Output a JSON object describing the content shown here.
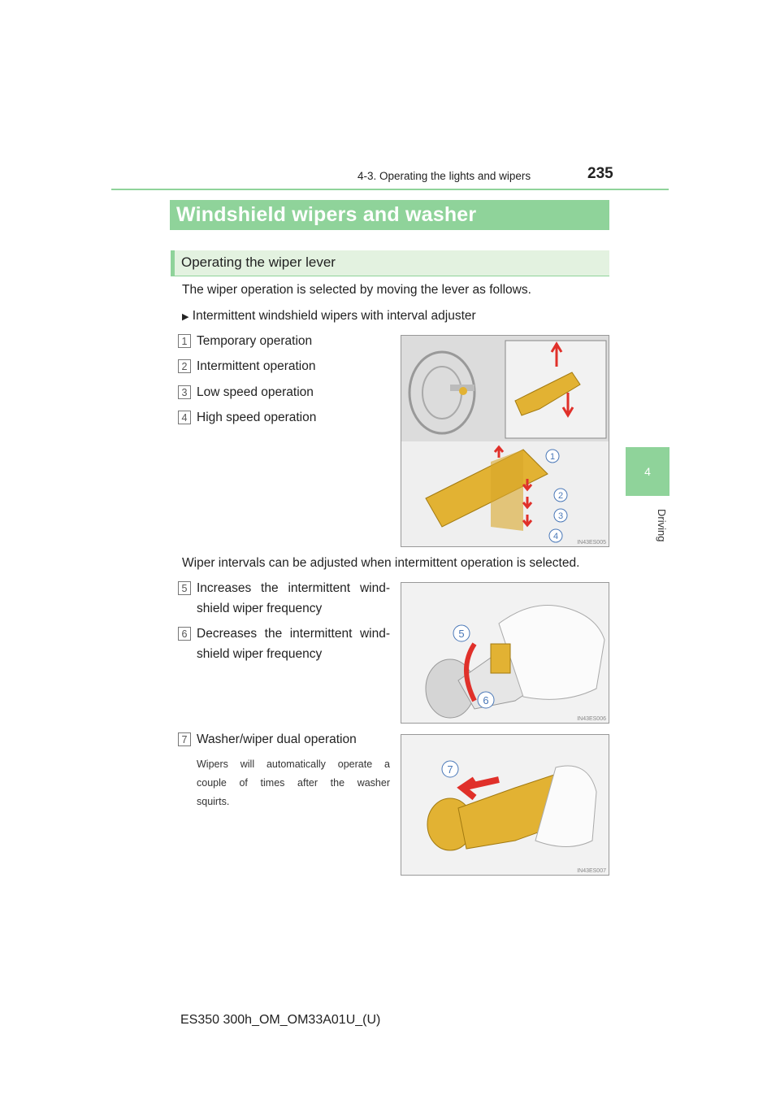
{
  "header": {
    "section": "4-3. Operating the lights and wipers",
    "page_number": "235"
  },
  "side_tab": {
    "number": "4",
    "label": "Driving"
  },
  "section_title": "Windshield wipers and washer",
  "subsection_title": "Operating the wiper lever",
  "intro": "The wiper operation is selected by moving the lever as follows.",
  "bullet": "Intermittent windshield wipers with interval adjuster",
  "operations": [
    {
      "num": "1",
      "label": "Temporary operation"
    },
    {
      "num": "2",
      "label": "Intermittent operation"
    },
    {
      "num": "3",
      "label": "Low speed operation"
    },
    {
      "num": "4",
      "label": "High speed operation"
    }
  ],
  "interval_note": "Wiper intervals can be adjusted when intermittent operation is selected.",
  "adjust": [
    {
      "num": "5",
      "line1": "Increases the intermittent wind-",
      "line2": "shield wiper frequency"
    },
    {
      "num": "6",
      "line1": "Decreases the intermittent wind-",
      "line2": "shield wiper frequency"
    }
  ],
  "washer": {
    "num": "7",
    "label": "Washer/wiper dual operation",
    "note_lines": [
      "Wipers will automatically operate a",
      "couple of times after the washer",
      "squirts."
    ]
  },
  "figure_codes": [
    "IN43ES005",
    "IN43ES006",
    "IN43ES007"
  ],
  "figure_callouts": [
    "1",
    "2",
    "3",
    "4",
    "5",
    "6",
    "7"
  ],
  "footer": "ES350 300h_OM_OM33A01U_(U)",
  "colors": {
    "accent_green": "#8fd39a",
    "sub_bg": "#e3f2e0",
    "lever_gold": "#e2b233",
    "arrow_red": "#e0302a"
  }
}
